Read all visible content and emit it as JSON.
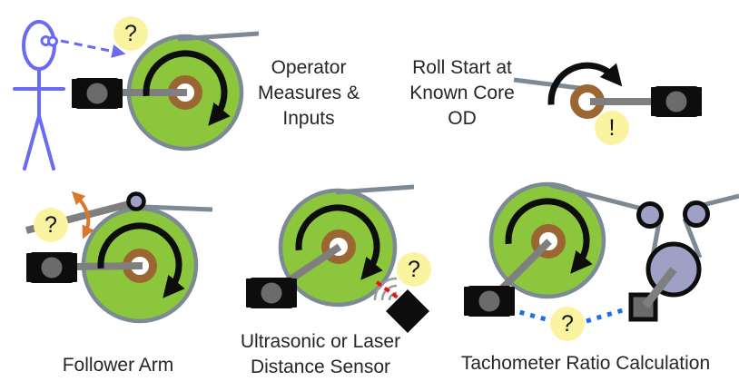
{
  "scenes": {
    "operator": {
      "caption": "Operator\nMeasures &\nInputs",
      "badge": "?"
    },
    "roll_start": {
      "caption": "Roll Start at\nKnown Core\nOD",
      "badge": "!"
    },
    "follower_arm": {
      "caption": "Follower Arm",
      "badge": "?"
    },
    "distance_sensor": {
      "caption": "Ultrasonic or Laser\nDistance Sensor",
      "badge": "?"
    },
    "tachometer": {
      "caption": "Tachometer Ratio Calculation",
      "badge": "?"
    }
  },
  "colors": {
    "green": "#8CC63C",
    "slate": "#7C8A96",
    "brown": "#9A6733",
    "motor": "#6B6B6B",
    "shaft": "#7F7F7F",
    "purple": "#9FA0C6",
    "figure": "#6A6AF2",
    "badge": "#FAF4A0",
    "orange": "#D9782B",
    "red": "#EE1111",
    "blue": "#1B6FE8",
    "text": "#262626",
    "black": "#0D0D0D"
  }
}
